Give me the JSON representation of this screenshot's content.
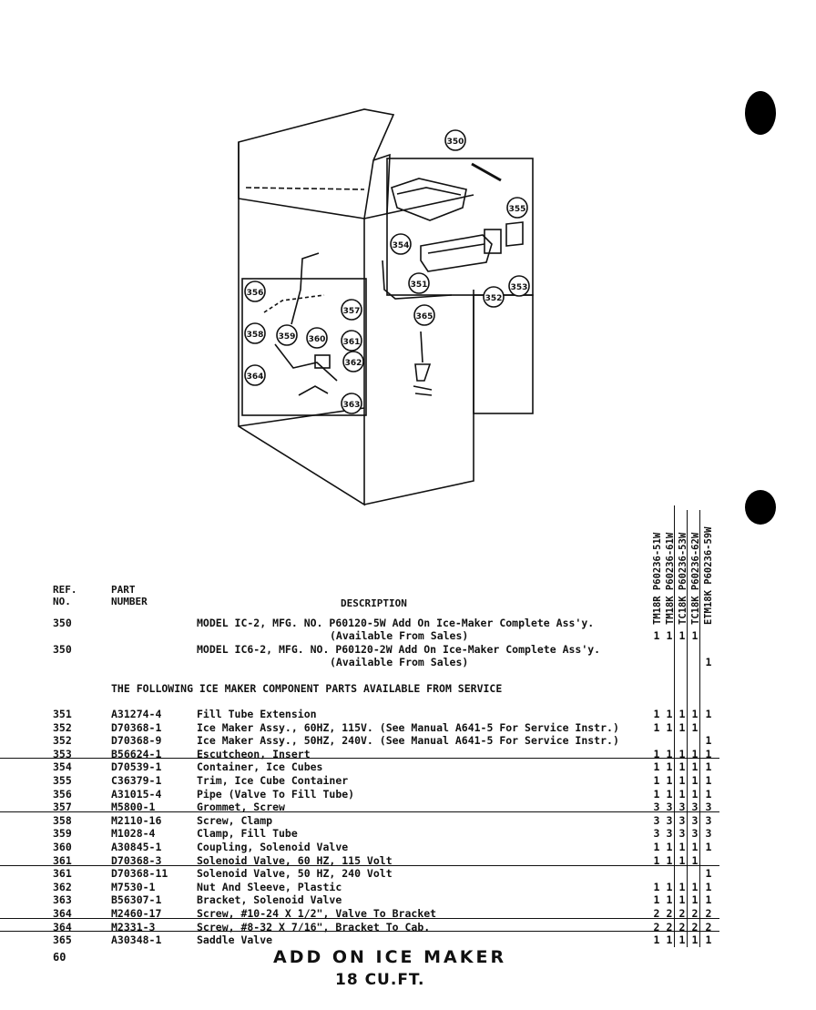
{
  "header": {
    "ref_label": "REF.\nNO.",
    "part_label": "PART\nNUMBER",
    "description_label": "DESCRIPTION"
  },
  "model_columns": [
    "TM18R  P60236-51W",
    "TM18K  P60236-61W",
    "TC18K  P60236-53W",
    "TC18K  P60236-62W",
    "ETM18K  P60236-59W"
  ],
  "models": [
    {
      "ref": "350",
      "line1": "MODEL IC-2, MFG. NO. P60120-5W Add On Ice-Maker Complete Ass'y.",
      "line2": "(Available From Sales)",
      "qty": [
        "1",
        "1",
        "1",
        "1",
        ""
      ]
    },
    {
      "ref": "350",
      "line1": "MODEL IC6-2, MFG. NO. P60120-2W Add On Ice-Maker Complete Ass'y.",
      "line2": "(Available From Sales)",
      "qty": [
        "",
        "",
        "",
        "",
        "1"
      ]
    }
  ],
  "section_note": "THE FOLLOWING ICE MAKER COMPONENT PARTS AVAILABLE FROM SERVICE",
  "parts": [
    {
      "ref": "351",
      "part": "A31274-4",
      "desc": "Fill Tube Extension",
      "qty": [
        "1",
        "1",
        "1",
        "1",
        "1"
      ]
    },
    {
      "ref": "352",
      "part": "D70368-1",
      "desc": "Ice Maker Assy., 60HZ, 115V. (See Manual A641-5 For Service Instr.)",
      "qty": [
        "1",
        "1",
        "1",
        "1",
        ""
      ]
    },
    {
      "ref": "352",
      "part": "D70368-9",
      "desc": "Ice Maker Assy., 50HZ, 240V. (See Manual A641-5 For Service Instr.)",
      "qty": [
        "",
        "",
        "",
        "",
        "1"
      ]
    },
    {
      "ref": "353",
      "part": "B56624-1",
      "desc": "Escutcheon, Insert",
      "qty": [
        "1",
        "1",
        "1",
        "1",
        "1"
      ]
    },
    {
      "ref": "354",
      "part": "D70539-1",
      "desc": "Container, Ice Cubes",
      "qty": [
        "1",
        "1",
        "1",
        "1",
        "1"
      ]
    },
    {
      "ref": "355",
      "part": "C36379-1",
      "desc": "Trim, Ice Cube Container",
      "qty": [
        "1",
        "1",
        "1",
        "1",
        "1"
      ]
    },
    {
      "ref": "356",
      "part": "A31015-4",
      "desc": "Pipe (Valve To Fill Tube)",
      "qty": [
        "1",
        "1",
        "1",
        "1",
        "1"
      ]
    },
    {
      "ref": "357",
      "part": "M5800-1",
      "desc": "Grommet, Screw",
      "qty": [
        "3",
        "3",
        "3",
        "3",
        "3"
      ]
    },
    {
      "ref": "358",
      "part": "M2110-16",
      "desc": "Screw, Clamp",
      "qty": [
        "3",
        "3",
        "3",
        "3",
        "3"
      ]
    },
    {
      "ref": "359",
      "part": "M1028-4",
      "desc": "Clamp, Fill Tube",
      "qty": [
        "3",
        "3",
        "3",
        "3",
        "3"
      ]
    },
    {
      "ref": "360",
      "part": "A30845-1",
      "desc": "Coupling, Solenoid Valve",
      "qty": [
        "1",
        "1",
        "1",
        "1",
        "1"
      ]
    },
    {
      "ref": "361",
      "part": "D70368-3",
      "desc": "Solenoid Valve, 60 HZ, 115 Volt",
      "qty": [
        "1",
        "1",
        "1",
        "1",
        ""
      ]
    },
    {
      "ref": "361",
      "part": "D70368-11",
      "desc": "Solenoid Valve, 50 HZ, 240 Volt",
      "qty": [
        "",
        "",
        "",
        "",
        "1"
      ]
    },
    {
      "ref": "362",
      "part": "M7530-1",
      "desc": "Nut And Sleeve, Plastic",
      "qty": [
        "1",
        "1",
        "1",
        "1",
        "1"
      ]
    },
    {
      "ref": "363",
      "part": "B56307-1",
      "desc": "Bracket, Solenoid Valve",
      "qty": [
        "1",
        "1",
        "1",
        "1",
        "1"
      ]
    },
    {
      "ref": "364",
      "part": "M2460-17",
      "desc": "Screw, #10-24 X 1/2\", Valve To Bracket",
      "qty": [
        "2",
        "2",
        "2",
        "2",
        "2"
      ]
    },
    {
      "ref": "364",
      "part": "M2331-3",
      "desc": "Screw, #8-32 X 7/16\", Bracket To Cab.",
      "qty": [
        "2",
        "2",
        "2",
        "2",
        "2"
      ]
    },
    {
      "ref": "365",
      "part": "A30348-1",
      "desc": "Saddle Valve",
      "qty": [
        "1",
        "1",
        "1",
        "1",
        "1"
      ]
    }
  ],
  "diagram_callouts": [
    "350",
    "351",
    "352",
    "353",
    "354",
    "355",
    "356",
    "357",
    "358",
    "359",
    "360",
    "361",
    "362",
    "363",
    "364",
    "365"
  ],
  "footer": {
    "page_number": "60",
    "title": "ADD ON ICE MAKER",
    "subtitle": "18 CU.FT."
  }
}
